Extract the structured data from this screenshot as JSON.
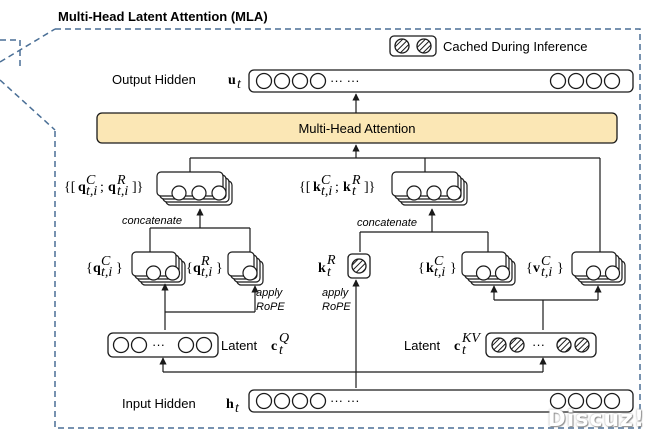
{
  "title": "Multi-Head Latent Attention (MLA)",
  "legend": {
    "label": "Cached During Inference",
    "icon": "hatched-circle-icon"
  },
  "output": {
    "label": "Output Hidden",
    "symbol": "u",
    "sub": "t"
  },
  "mha": {
    "label": "Multi-Head Attention",
    "fill": "#fbe7b5"
  },
  "q_concat": {
    "open": "{[",
    "q": "q",
    "supC": "C",
    "subC": "t,i",
    "sep": ";",
    "supR": "R",
    "subR": "t,i",
    "close": "]}"
  },
  "k_concat": {
    "open": "{[",
    "k": "k",
    "supC": "C",
    "subC": "t,i",
    "sep": ";",
    "supR": "R",
    "subR": "t",
    "close": "]}"
  },
  "concatenate_label": "concatenate",
  "qC": {
    "open": "{",
    "sym": "q",
    "sup": "C",
    "sub": "t,i",
    "close": "}"
  },
  "qR": {
    "open": "{",
    "sym": "q",
    "sup": "R",
    "sub": "t,i",
    "close": "}"
  },
  "kR": {
    "sym": "k",
    "sup": "R",
    "sub": "t"
  },
  "kC": {
    "open": "{",
    "sym": "k",
    "sup": "C",
    "sub": "t,i",
    "close": "}"
  },
  "vC": {
    "open": "{",
    "sym": "v",
    "sup": "C",
    "sub": "t,i",
    "close": "}"
  },
  "apply_rope": [
    "apply",
    "RoPE"
  ],
  "latent_q": {
    "label": "Latent",
    "sym": "c",
    "sup": "Q",
    "sub": "t"
  },
  "latent_kv": {
    "label": "Latent",
    "sym": "c",
    "sup": "KV",
    "sub": "t"
  },
  "input": {
    "label": "Input Hidden",
    "symbol": "h",
    "sub": "t"
  },
  "dots": "··· ···",
  "dots_short": "···",
  "watermark": "Discuz!",
  "colors": {
    "border": "#4a6f96",
    "stroke": "#1a1a1a",
    "mha_fill": "#fbe7b5"
  }
}
